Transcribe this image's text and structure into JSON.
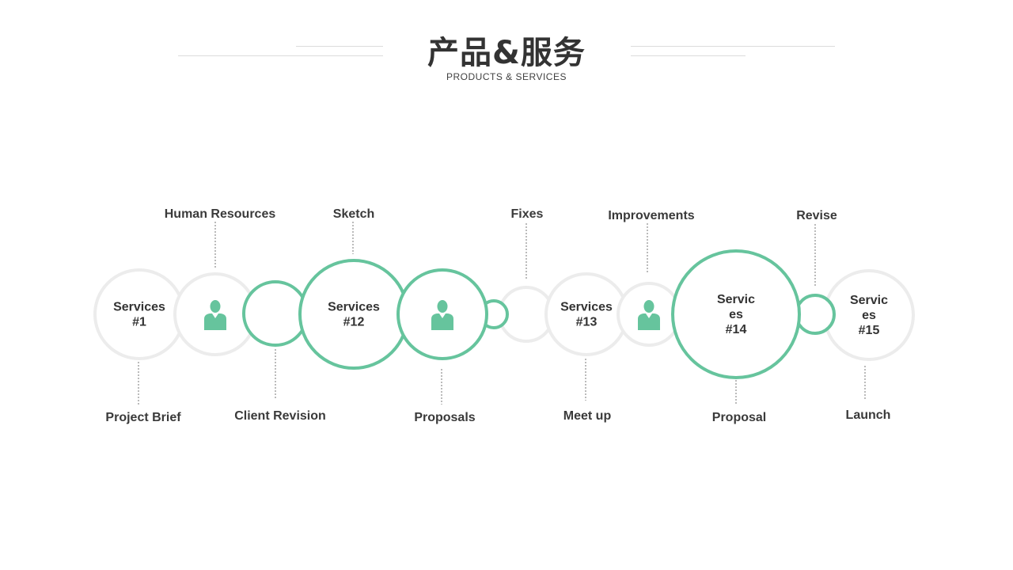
{
  "header": {
    "title": "产品&服务",
    "subtitle": "PRODUCTS & SERVICES"
  },
  "colors": {
    "accent": "#66c49d",
    "neutral_ring": "#ececec",
    "text": "#333333",
    "connector": "#777777"
  },
  "diagram": {
    "nodes": [
      {
        "id": "n1",
        "kind": "service",
        "ring": "gray",
        "lines": [
          "Services",
          "#1"
        ]
      },
      {
        "id": "n2",
        "kind": "person",
        "ring": "gray",
        "icon": "person-icon"
      },
      {
        "id": "n3",
        "kind": "empty",
        "ring": "green"
      },
      {
        "id": "n4",
        "kind": "service",
        "ring": "green",
        "lines": [
          "Services",
          "#12"
        ]
      },
      {
        "id": "n5",
        "kind": "person",
        "ring": "green",
        "icon": "person-icon"
      },
      {
        "id": "n6",
        "kind": "empty",
        "ring": "green"
      },
      {
        "id": "n7",
        "kind": "empty",
        "ring": "gray"
      },
      {
        "id": "n8",
        "kind": "service",
        "ring": "gray",
        "lines": [
          "Services",
          "#13"
        ]
      },
      {
        "id": "n9",
        "kind": "person",
        "ring": "gray",
        "icon": "person-icon"
      },
      {
        "id": "n10",
        "kind": "service",
        "ring": "green",
        "lines": [
          "Servic",
          "es",
          "#14"
        ]
      },
      {
        "id": "n11",
        "kind": "empty",
        "ring": "green"
      },
      {
        "id": "n12",
        "kind": "service",
        "ring": "gray",
        "lines": [
          "Servic",
          "es",
          "#15"
        ]
      }
    ],
    "labels": [
      {
        "id": "l1",
        "text": "Human Resources",
        "position": "top",
        "node": "n2"
      },
      {
        "id": "l2",
        "text": "Sketch",
        "position": "top",
        "node": "n4"
      },
      {
        "id": "l3",
        "text": "Fixes",
        "position": "top",
        "node": "n7"
      },
      {
        "id": "l4",
        "text": "Improvements",
        "position": "top",
        "node": "n9"
      },
      {
        "id": "l5",
        "text": "Revise",
        "position": "top",
        "node": "n11"
      },
      {
        "id": "l6",
        "text": "Project Brief",
        "position": "bottom",
        "node": "n1"
      },
      {
        "id": "l7",
        "text": "Client Revision",
        "position": "bottom",
        "node": "n3"
      },
      {
        "id": "l8",
        "text": "Proposals",
        "position": "bottom",
        "node": "n5"
      },
      {
        "id": "l9",
        "text": "Meet up",
        "position": "bottom",
        "node": "n8"
      },
      {
        "id": "l10",
        "text": "Proposal",
        "position": "bottom",
        "node": "n10"
      },
      {
        "id": "l11",
        "text": "Launch",
        "position": "bottom",
        "node": "n12"
      }
    ]
  }
}
